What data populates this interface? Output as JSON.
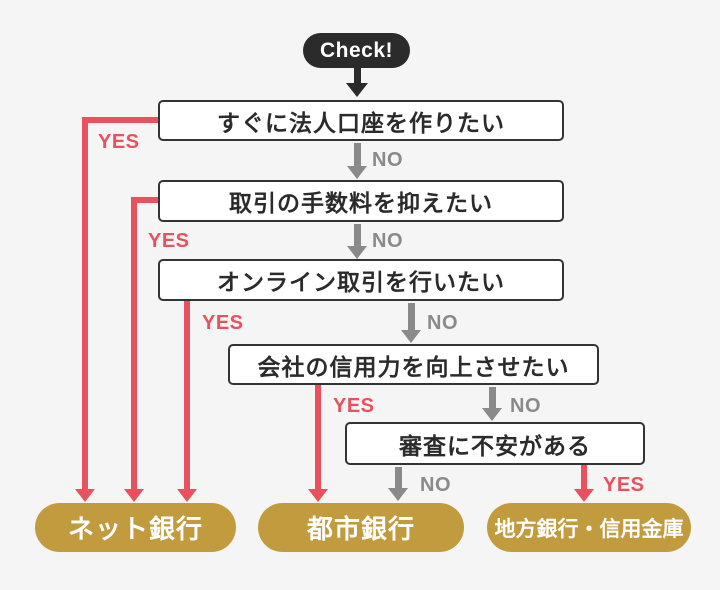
{
  "badge": {
    "label": "Check!"
  },
  "labels": {
    "yes": "YES",
    "no": "NO"
  },
  "questions": [
    {
      "id": 1,
      "text": "すぐに法人口座を作りたい"
    },
    {
      "id": 2,
      "text": "取引の手数料を抑えたい"
    },
    {
      "id": 3,
      "text": "オンライン取引を行いたい"
    },
    {
      "id": 4,
      "text": "会社の信用力を向上させたい"
    },
    {
      "id": 5,
      "text": "審査に不安がある"
    }
  ],
  "results": [
    {
      "id": "net-bank",
      "text": "ネット銀行"
    },
    {
      "id": "city-bank",
      "text": "都市銀行"
    },
    {
      "id": "regional-bank",
      "text": "地方銀行・信用金庫"
    }
  ],
  "colors": {
    "background": "#f5f5f5",
    "red": "#e8515e",
    "gray": "#8a8a8a",
    "gold": "#c19b3e",
    "dark": "#2b2b2b",
    "box_border": "#333333",
    "box_fill": "#ffffff"
  }
}
